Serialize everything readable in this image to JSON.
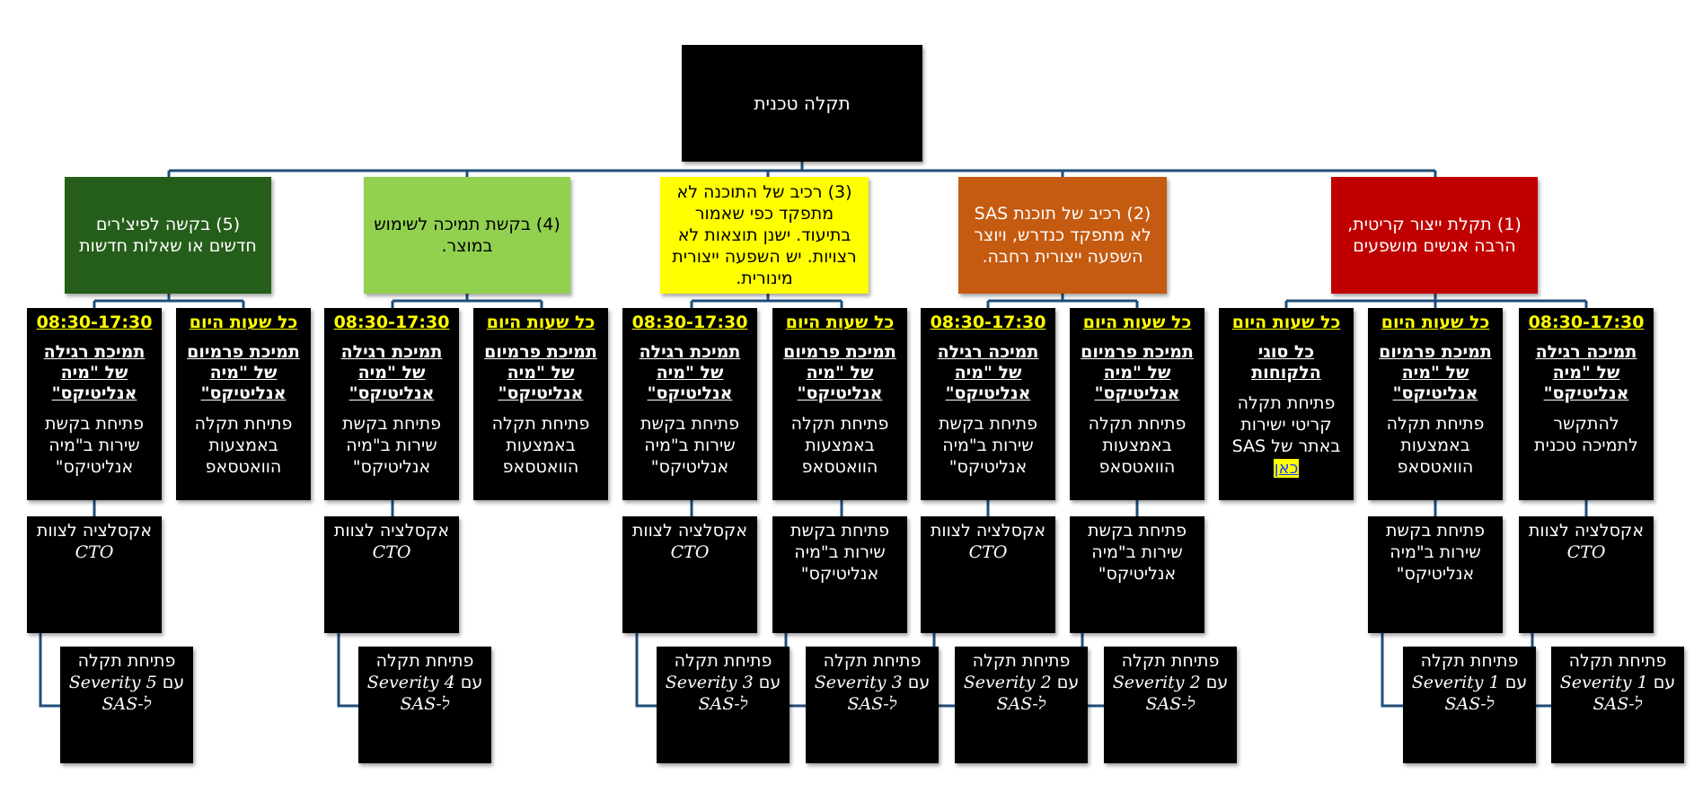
{
  "root": {
    "label": "תקלה טכנית"
  },
  "colors": {
    "connector": "#1f4e79",
    "cat1": "#c00000",
    "cat2": "#c55a11",
    "cat3": "#ffff00",
    "cat4": "#92d050",
    "cat5": "#255e1a"
  },
  "categories": [
    {
      "label": "(1) תקלת ייצור קריטית, הרבה אנשים מושפעים"
    },
    {
      "label": "(2) רכיב של תוכנת SAS לא מתפקד כנדרש, ויוצר השפעה ייצורית רחבה."
    },
    {
      "label": "(3) רכיב של התוכנה לא מתפקד כפי שאמור בתיעוד. ישנן תוצאות לא רצויות. יש השפעה ייצורית מינורית."
    },
    {
      "label": "(4) בקשת תמיכה לשימוש במוצר."
    },
    {
      "label": "(5) בקשה לפיצ'רים חדשים או שאלות חדשות"
    }
  ],
  "cards": {
    "c1_regular": {
      "hours": "08:30-17:30",
      "title": "תמיכה רגילה של \"מיה אנליטיקס\"",
      "desc": "להתקשר לתמיכה טכנית"
    },
    "c1_premium": {
      "hours": "כל שעות היום",
      "title": "תמיכת פרמיום של \"מיה אנליטיקס\"",
      "desc": "פתיחת תקלה באמצעות הוואטסאפ"
    },
    "c1_all": {
      "hours": "כל שעות היום",
      "title": "כל סוגי הלקוחות",
      "desc": "פתיחת תקלה קריטי ישירות באתר של SAS",
      "link": "כאן"
    },
    "c2_premium": {
      "hours": "כל שעות היום",
      "title": "תמיכת פרמיום של \"מיה אנליטיקס\"",
      "desc": "פתיחת תקלה באמצעות הוואטסאפ"
    },
    "c2_regular": {
      "hours": "08:30-17:30",
      "title": "תמיכה רגילה של \"מיה אנליטיקס\"",
      "desc": "פתיחת בקשת שירות ב\"מיה אנליטיקס\""
    },
    "c3_premium": {
      "hours": "כל שעות היום",
      "title": "תמיכת פרמיום של \"מיה אנליטיקס\"",
      "desc": "פתיחת תקלה באמצעות הוואטסאפ"
    },
    "c3_regular": {
      "hours": "08:30-17:30",
      "title": "תמיכת רגילה של \"מיה אנליטיקס\"",
      "desc": "פתיחת בקשת שירות ב\"מיה אנליטיקס\""
    },
    "c4_premium": {
      "hours": "כל שעות היום",
      "title": "תמיכת פרמיום של \"מיה אנליטיקס\"",
      "desc": "פתיחת תקלה באמצעות הוואטסאפ"
    },
    "c4_regular": {
      "hours": "08:30-17:30",
      "title": "תמיכת רגילה של \"מיה אנליטיקס\"",
      "desc": "פתיחת בקשת שירות ב\"מיה אנליטיקס\""
    },
    "c5_premium": {
      "hours": "כל שעות היום",
      "title": "תמיכת פרמיום של \"מיה אנליטיקס\"",
      "desc": "פתיחת תקלה באמצעות הוואטסאפ"
    },
    "c5_regular": {
      "hours": "08:30-17:30",
      "title": "תמיכת רגילה של \"מיה אנליטיקס\"",
      "desc": "פתיחת בקשת שירות ב\"מיה אנליטיקס\""
    }
  },
  "steps": {
    "escalation_prefix": "אקסלציה לצוות",
    "escalation_team": "CTO",
    "service_request": "פתיחת בקשת שירות ב\"מיה אנליטיקס\""
  },
  "leaves": {
    "prefix": "פתיחת תקלה",
    "with": "עם",
    "to_sas": "ל-SAS",
    "sev1": "Severity 1",
    "sev2": "Severity 2",
    "sev3": "Severity 3",
    "sev4": "Severity 4",
    "sev5": "Severity 5"
  }
}
